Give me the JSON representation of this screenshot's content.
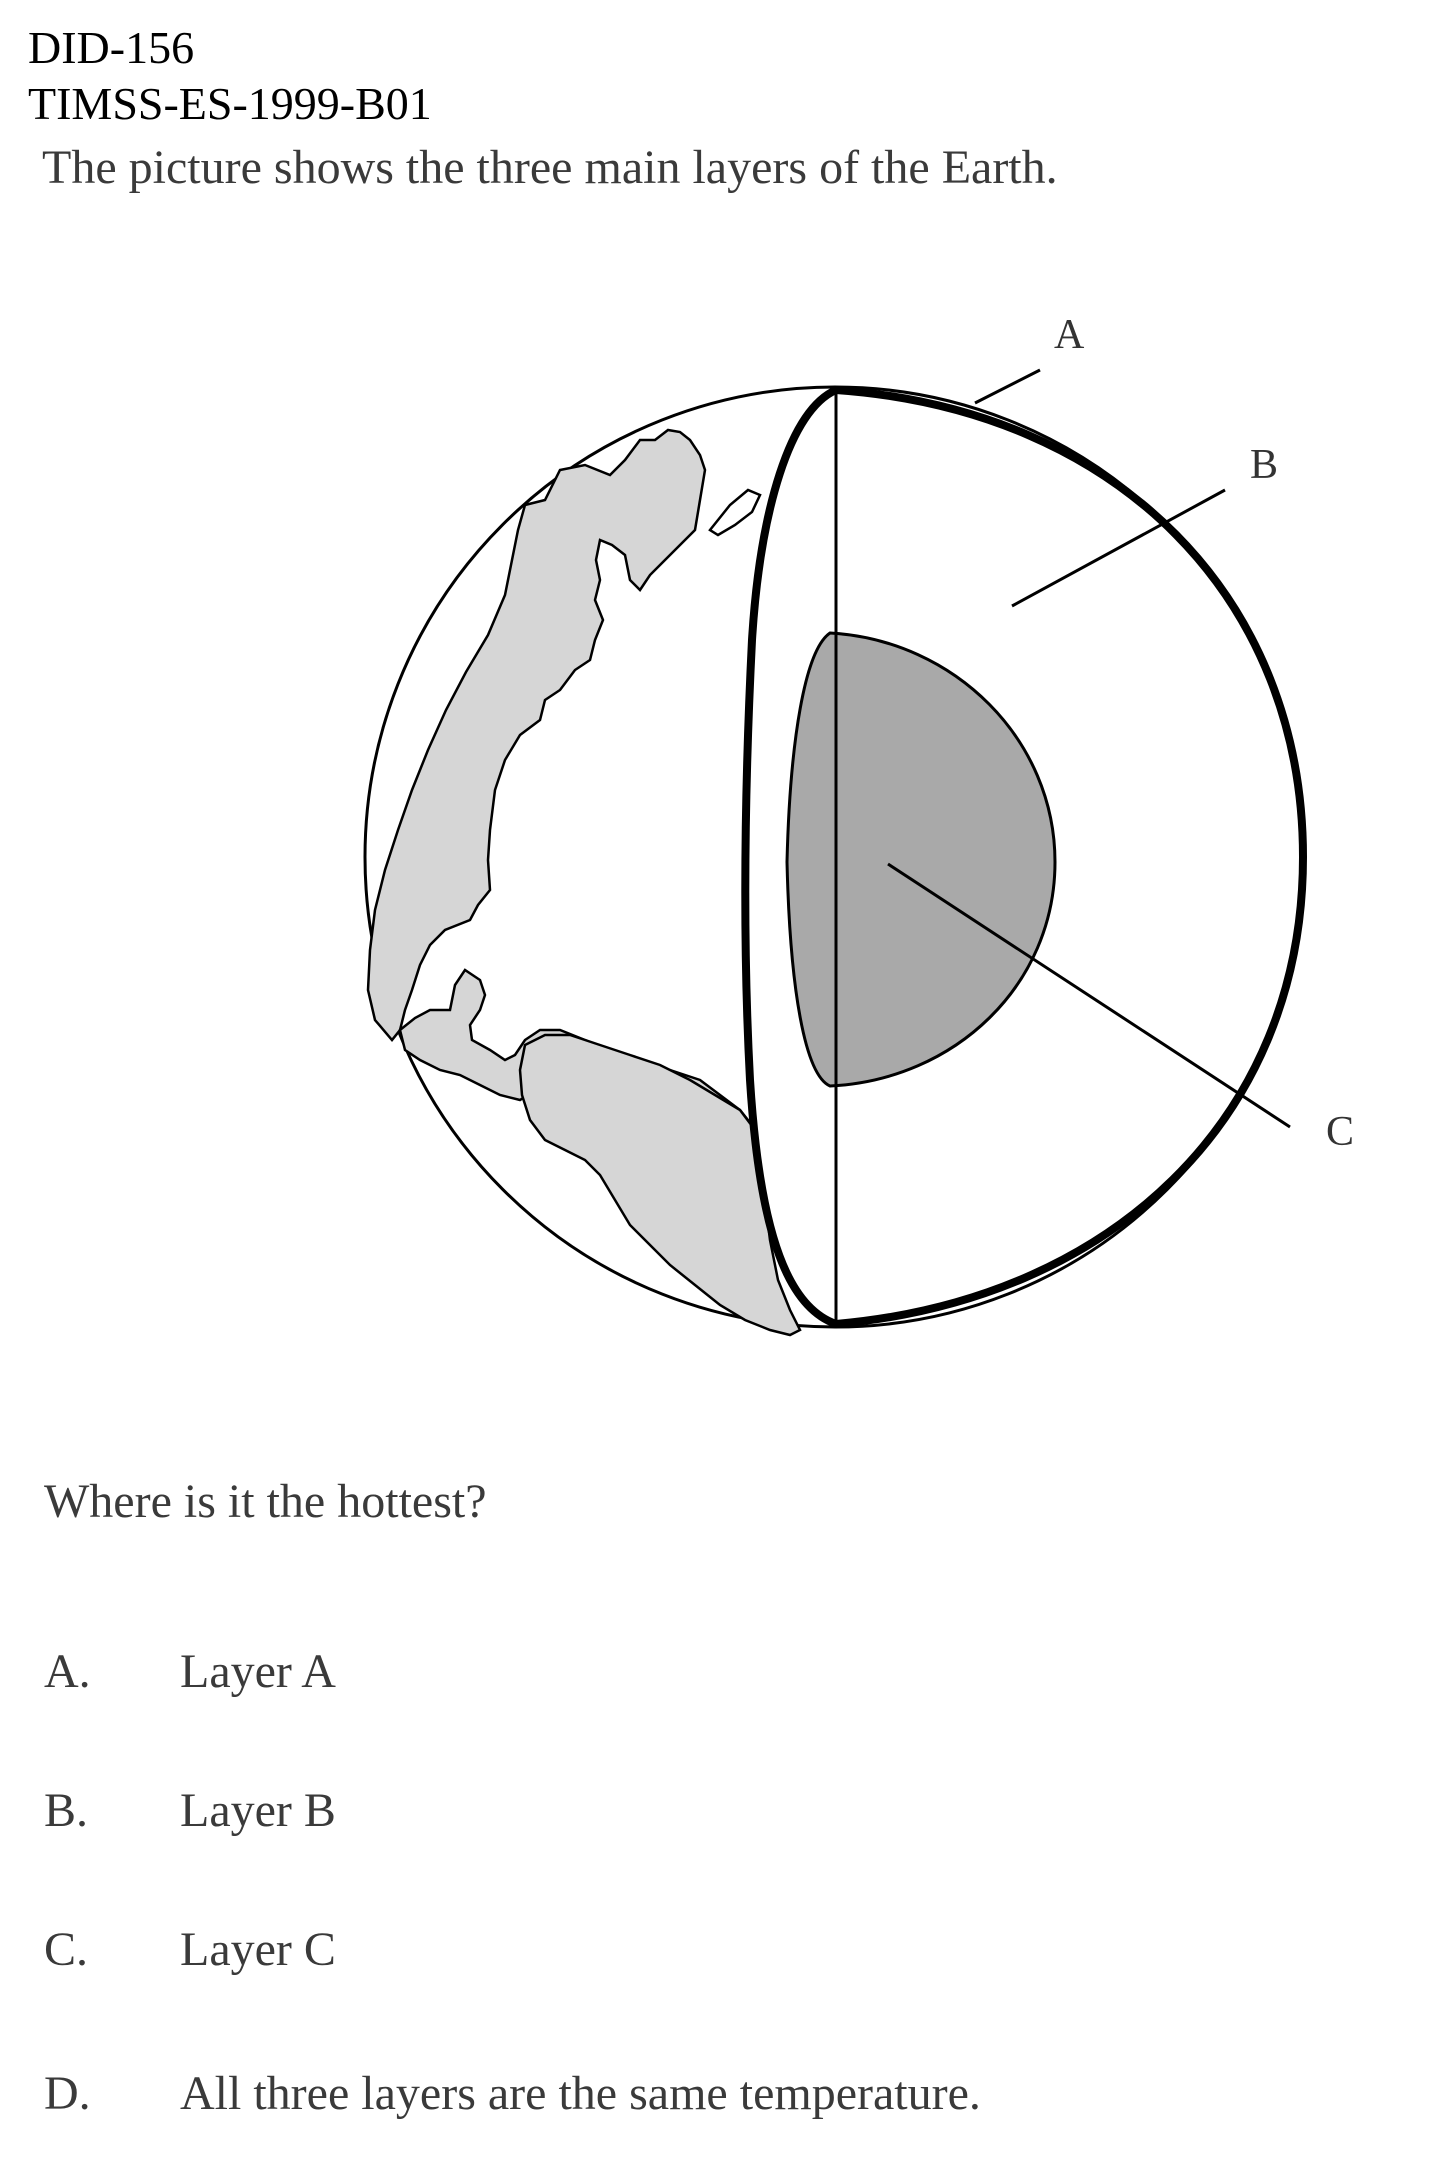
{
  "document": {
    "id": "DID-156",
    "item_code": "TIMSS-ES-1999-B01",
    "intro": "The picture shows the three main layers of the Earth.",
    "question": "Where is it the hottest?"
  },
  "figure": {
    "labels": {
      "a": "A",
      "b": "B",
      "c": "C"
    },
    "colors": {
      "land": "#d6d6d6",
      "core": "#a9a9a9",
      "outline": "#000000"
    }
  },
  "options": [
    {
      "letter": "A.",
      "text": "Layer A"
    },
    {
      "letter": "B.",
      "text": "Layer B"
    },
    {
      "letter": "C.",
      "text": "Layer C"
    },
    {
      "letter": "D.",
      "text": "All three layers are the same temperature."
    }
  ]
}
